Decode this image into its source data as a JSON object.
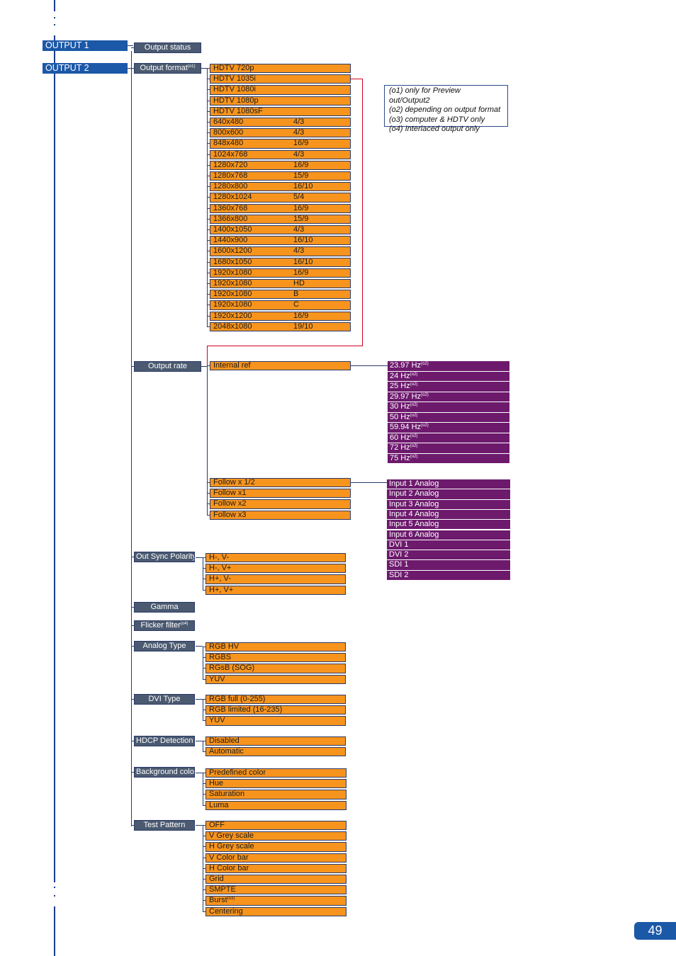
{
  "outputs": [
    "OUTPUT  1",
    "OUTPUT 2"
  ],
  "notes": [
    "(o1) only for Preview out/Output2",
    "(o2) depending on output format",
    "(o3) computer & HDTV only",
    "(o4) Interlaced output only"
  ],
  "page_number": "49",
  "categories": [
    {
      "label": "Output status",
      "sup": ""
    },
    {
      "label": "Output format",
      "sup": "(o1)"
    },
    {
      "label": "Output rate",
      "sup": ""
    },
    {
      "label": "Out Sync Polarity",
      "sup": ""
    },
    {
      "label": "Gamma",
      "sup": ""
    },
    {
      "label": "Flicker filter",
      "sup": "(o4)"
    },
    {
      "label": "Analog Type",
      "sup": ""
    },
    {
      "label": "DVI Type",
      "sup": ""
    },
    {
      "label": "HDCP Detection",
      "sup": ""
    },
    {
      "label": "Background color",
      "sup": ""
    },
    {
      "label": "Test Pattern",
      "sup": ""
    }
  ],
  "output_formats": [
    {
      "name": "HDTV 720p",
      "ratio": ""
    },
    {
      "name": "HDTV 1035i",
      "ratio": ""
    },
    {
      "name": "HDTV 1080i",
      "ratio": ""
    },
    {
      "name": "HDTV 1080p",
      "ratio": ""
    },
    {
      "name": "HDTV 1080sF",
      "ratio": ""
    },
    {
      "name": "640x480",
      "ratio": "4/3"
    },
    {
      "name": "800x600",
      "ratio": "4/3"
    },
    {
      "name": "848x480",
      "ratio": "16/9"
    },
    {
      "name": "1024x768",
      "ratio": "4/3"
    },
    {
      "name": "1280x720",
      "ratio": "16/9"
    },
    {
      "name": "1280x768",
      "ratio": "15/9"
    },
    {
      "name": "1280x800",
      "ratio": "16/10"
    },
    {
      "name": "1280x1024",
      "ratio": "5/4"
    },
    {
      "name": "1360x768",
      "ratio": "16/9"
    },
    {
      "name": "1366x800",
      "ratio": "15/9"
    },
    {
      "name": "1400x1050",
      "ratio": "4/3"
    },
    {
      "name": "1440x900",
      "ratio": "16/10"
    },
    {
      "name": "1600x1200",
      "ratio": "4/3"
    },
    {
      "name": "1680x1050",
      "ratio": "16/10"
    },
    {
      "name": "1920x1080",
      "ratio": "16/9"
    },
    {
      "name": "1920x1080",
      "ratio": "HD"
    },
    {
      "name": "1920x1080",
      "ratio": "B"
    },
    {
      "name": "1920x1080",
      "ratio": "C"
    },
    {
      "name": "1920x1200",
      "ratio": "16/9"
    },
    {
      "name": "2048x1080",
      "ratio": "19/10"
    }
  ],
  "internal_ref": "Internal ref",
  "internal_rates": [
    "23.97 Hz",
    "24 Hz",
    "25 Hz",
    "29.97 Hz",
    "30 Hz",
    "50 Hz",
    "59.94 Hz",
    "60 Hz",
    "72 Hz",
    "75 Hz"
  ],
  "rate_sup": "(o2)",
  "follow": [
    "Follow x 1/2",
    "Follow x1",
    "Follow x2",
    "Follow x3"
  ],
  "follow_inputs": [
    "Input 1 Analog",
    "Input 2 Analog",
    "Input 3 Analog",
    "Input 4 Analog",
    "Input 5 Analog",
    "Input 6 Analog",
    "DVI 1",
    "DVI 2",
    "SDI 1",
    "SDI 2"
  ],
  "sync_polarity": [
    "H-, V-",
    "H-, V+",
    "H+, V-",
    "H+, V+"
  ],
  "analog_type": [
    "RGB HV",
    "RGBS",
    "RGsB (SOG)",
    "YUV"
  ],
  "dvi_type": [
    "RGB full (0-255)",
    "RGB limited (16-235)",
    "YUV"
  ],
  "hdcp": [
    "Disabled",
    "Automatic"
  ],
  "background": [
    "Predefined color",
    "Hue",
    "Saturation",
    "Luma"
  ],
  "test_pattern": [
    {
      "label": "OFF",
      "sup": ""
    },
    {
      "label": "V Grey scale",
      "sup": ""
    },
    {
      "label": "H Grey scale",
      "sup": ""
    },
    {
      "label": "V Color bar",
      "sup": ""
    },
    {
      "label": "H Color bar",
      "sup": ""
    },
    {
      "label": "Grid",
      "sup": ""
    },
    {
      "label": "SMPTE",
      "sup": ""
    },
    {
      "label": "Burst",
      "sup": "(o3)"
    },
    {
      "label": "Centering",
      "sup": ""
    }
  ],
  "colors": {
    "header_blue": "#1b58a8",
    "category_grey": "#4b5a70",
    "option_orange": "#f7941d",
    "rate_purple": "#6d1a6d",
    "link_red": "#d1001c"
  }
}
